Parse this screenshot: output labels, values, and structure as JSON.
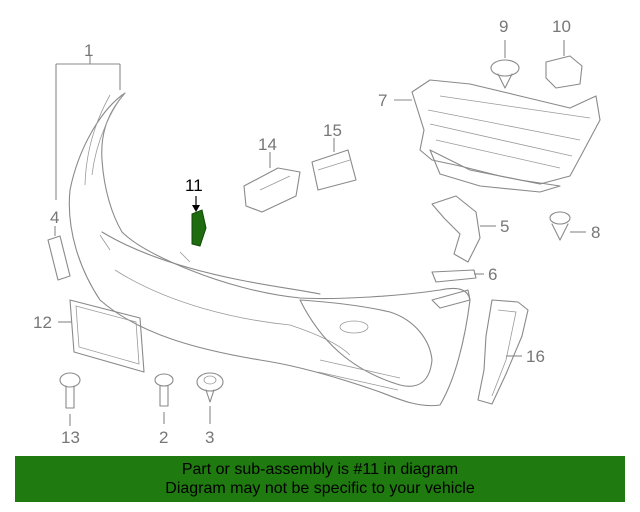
{
  "diagram": {
    "callouts": {
      "c1": "1",
      "c2": "2",
      "c3": "3",
      "c4": "4",
      "c5": "5",
      "c6": "6",
      "c7": "7",
      "c8": "8",
      "c9": "9",
      "c10": "10",
      "c11": "11",
      "c12": "12",
      "c13": "13",
      "c14": "14",
      "c15": "15",
      "c16": "16"
    },
    "highlight_part": "11",
    "highlight_color": "#1e6b10"
  },
  "banner": {
    "line1": "Part or sub-assembly is #11 in diagram",
    "line2": "Diagram may not be specific to your vehicle",
    "background": "#1f7a10"
  }
}
